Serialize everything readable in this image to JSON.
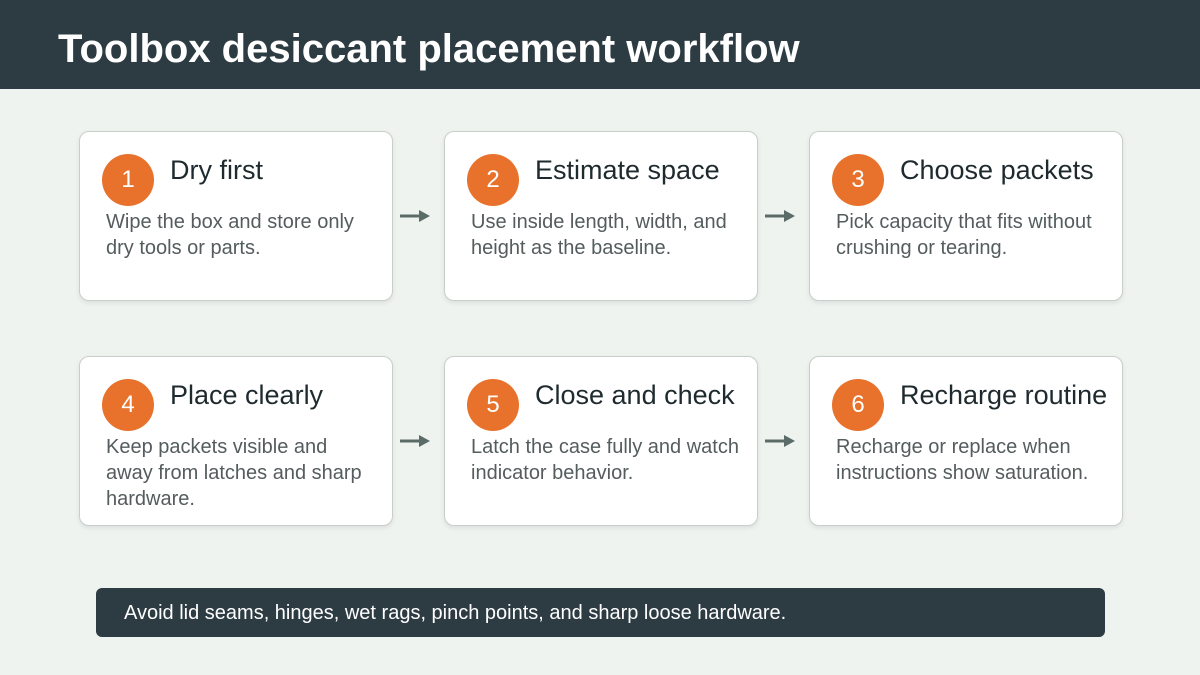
{
  "title": "Toolbox desiccant placement workflow",
  "steps": [
    {
      "number": "1",
      "title": "Dry first",
      "description": "Wipe the box and store only dry tools or parts."
    },
    {
      "number": "2",
      "title": "Estimate space",
      "description": "Use inside length, width, and height as the baseline."
    },
    {
      "number": "3",
      "title": "Choose packets",
      "description": "Pick capacity that fits without crushing or tearing."
    },
    {
      "number": "4",
      "title": "Place clearly",
      "description": "Keep packets visible and away from latches and sharp hardware."
    },
    {
      "number": "5",
      "title": "Close and check",
      "description": "Latch the case fully and watch indicator behavior."
    },
    {
      "number": "6",
      "title": "Recharge routine",
      "description": "Recharge or replace when instructions show saturation."
    }
  ],
  "footer_note": "Avoid lid seams, hinges, wet rags, pinch points, and sharp loose hardware.",
  "colors": {
    "header_bg": "#2d3b43",
    "accent": "#e8722b",
    "background": "#eff3f0",
    "arrow": "#5b6b68"
  }
}
